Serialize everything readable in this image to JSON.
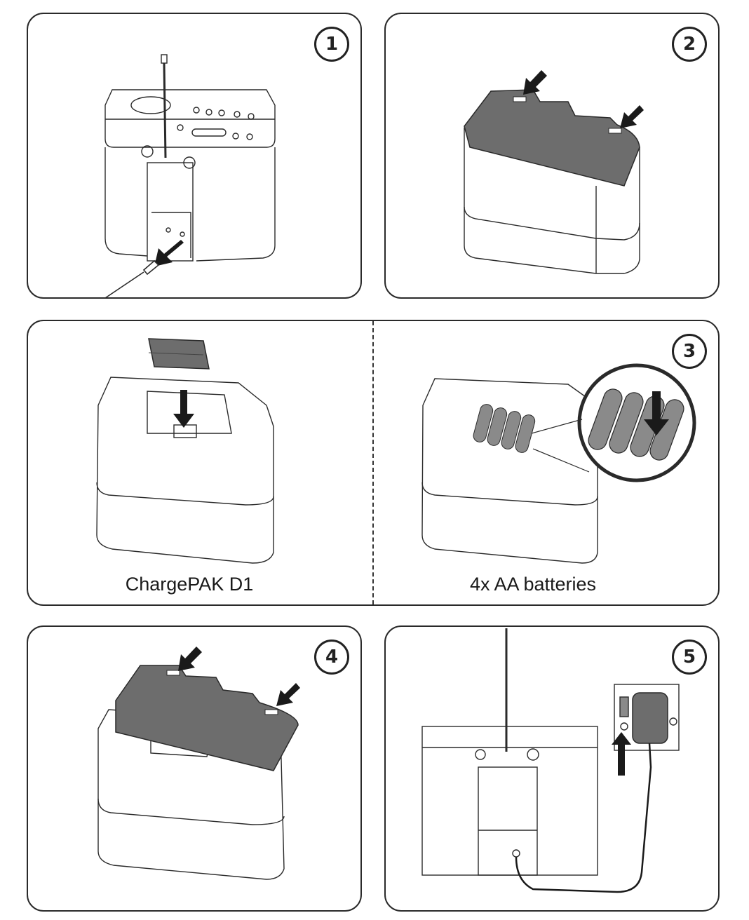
{
  "steps": [
    {
      "number": "1"
    },
    {
      "number": "2"
    },
    {
      "number": "3"
    },
    {
      "number": "4"
    },
    {
      "number": "5"
    }
  ],
  "step3": {
    "option_left_label": "ChargePAK D1",
    "option_right_label": "4x AA batteries"
  },
  "colors": {
    "outline": "#2a2a2a",
    "lid_fill": "#6d6d6d",
    "battery_fill": "#8a8a8a",
    "arrow_fill": "#1a1a1a"
  },
  "icons": [
    "unplug-arrow-icon",
    "press-arrow-icon",
    "insert-arrow-icon",
    "plug-in-arrow-icon"
  ]
}
